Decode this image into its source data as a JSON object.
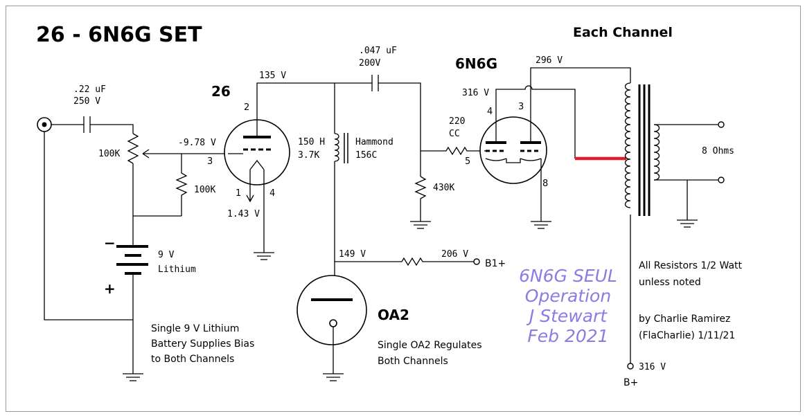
{
  "title": "26 - 6N6G SET",
  "subtitle": "Each Channel",
  "tubes": {
    "input_tube": "26",
    "output_tube": "6N6G",
    "regulator": "OA2"
  },
  "labels": {
    "cap_in_value": ".22 uF",
    "cap_in_voltage": "250 V",
    "pot": "100K",
    "grid_voltage": "-9.78 V",
    "grid_resistor": "100K",
    "battery_voltage": "9 V",
    "battery_type": "Lithium",
    "battery_minus": "−",
    "battery_plus": "+",
    "plate_26_voltage": "135 V",
    "cathode_26_voltage": "1.43 V",
    "choke_inductance": "150 H",
    "choke_resistance": "3.7K",
    "choke_brand": "Hammond",
    "choke_model": "156C",
    "coupling_cap_value": ".047 uF",
    "coupling_cap_voltage": "200V",
    "grid_stopper_value": "220",
    "grid_stopper_type": "CC",
    "grid_leak": "430K",
    "screen_voltage": "316 V",
    "plate_voltage": "296 V",
    "output_load": "8 Ohms",
    "reg_voltage": "149 V",
    "b1_voltage": "206 V",
    "b1_label": "B1+",
    "b_plus_voltage": "316 V",
    "b_plus_label": "B+",
    "pin_26_plate": "2",
    "pin_26_grid": "3",
    "pin_26_fil_1": "1",
    "pin_26_fil_4": "4",
    "pin_6n6_4": "4",
    "pin_6n6_3": "3",
    "pin_6n6_5": "5",
    "pin_6n6_8": "8"
  },
  "notes": {
    "battery_line1": "Single 9 V Lithium",
    "battery_line2": "Battery Supplies Bias",
    "battery_line3": "to Both Channels",
    "oa2_line1": "Single OA2 Regulates",
    "oa2_line2": "Both Channels",
    "resistors_line1": "All Resistors 1/2 Watt",
    "resistors_line2": "unless noted",
    "author_line1": "by Charlie Ramirez",
    "author_line2": "(FlaCharlie) 1/11/21"
  },
  "annotation": {
    "line1": "6N6G SEUL",
    "line2": "Operation",
    "line3": "J Stewart",
    "line4": "Feb 2021",
    "color": "#8a7be6"
  },
  "colors": {
    "highlight_wire": "#e01c24"
  }
}
